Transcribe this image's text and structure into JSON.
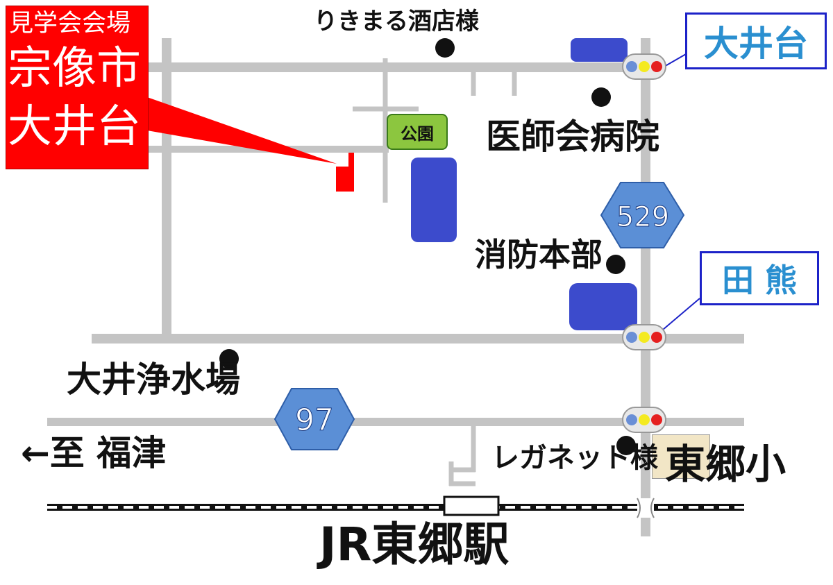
{
  "venue": {
    "title": "見学会会場",
    "line1": "宗像市",
    "line2": "大井台"
  },
  "signals": {
    "ooidai": "大井台",
    "takuma": "田 熊"
  },
  "routes": {
    "r529": "529",
    "r97": "97"
  },
  "landmarks": {
    "rikimaru": "りきまる酒店様",
    "park": "公園",
    "hospital": "医師会病院",
    "fire_hq": "消防本部",
    "water_plant": "大井浄水場",
    "reganet": "レガネット様",
    "school": "東郷小"
  },
  "direction": "←至 福津",
  "station": "JR東郷駅",
  "colors": {
    "road": "#c4c4c4",
    "venue_red": "#ff0000",
    "building_blue": "#3c4bcc",
    "route_shield": "#5b8fd6",
    "park_green": "#8cc63f",
    "signal_box_border": "#1c22c8",
    "signal_text": "#2a8fd0"
  }
}
